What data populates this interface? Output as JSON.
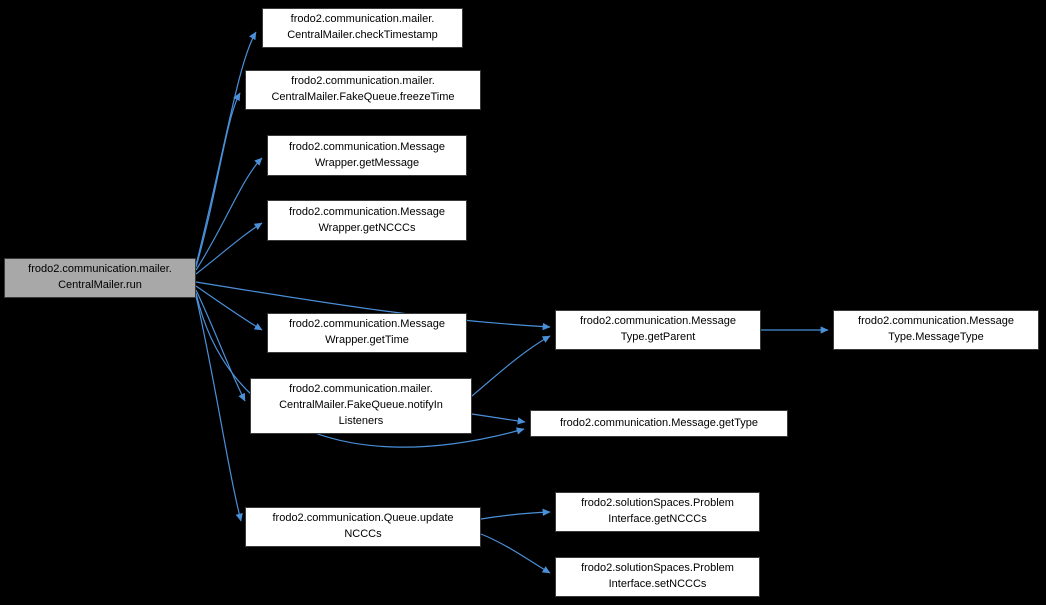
{
  "diagram": {
    "type": "call-graph",
    "colors": {
      "background": "#000000",
      "edge": "#4a90d9",
      "node_fill": "#ffffff",
      "node_border": "#3a3a3a",
      "root_fill": "#a8a8a8",
      "text": "#000000"
    },
    "nodes": {
      "run": "frodo2.communication.mailer.\nCentralMailer.run",
      "check_timestamp": "frodo2.communication.mailer.\nCentralMailer.checkTimestamp",
      "freeze_time": "frodo2.communication.mailer.\nCentralMailer.FakeQueue.freezeTime",
      "get_message": "frodo2.communication.Message\nWrapper.getMessage",
      "get_ncccs": "frodo2.communication.Message\nWrapper.getNCCCs",
      "get_time": "frodo2.communication.Message\nWrapper.getTime",
      "notify_in_listeners": "frodo2.communication.mailer.\nCentralMailer.FakeQueue.notifyIn\nListeners",
      "update_ncccs": "frodo2.communication.Queue.update\nNCCCs",
      "get_parent": "frodo2.communication.Message\nType.getParent",
      "message_get_type": "frodo2.communication.Message.getType",
      "problem_get_ncccs": "frodo2.solutionSpaces.Problem\nInterface.getNCCCs",
      "problem_set_ncccs": "frodo2.solutionSpaces.Problem\nInterface.setNCCCs",
      "message_type_ctor": "frodo2.communication.Message\nType.MessageType"
    },
    "edges": [
      {
        "from": "run",
        "to": "check_timestamp"
      },
      {
        "from": "run",
        "to": "freeze_time"
      },
      {
        "from": "run",
        "to": "get_message"
      },
      {
        "from": "run",
        "to": "get_ncccs"
      },
      {
        "from": "run",
        "to": "get_parent"
      },
      {
        "from": "run",
        "to": "get_time"
      },
      {
        "from": "run",
        "to": "notify_in_listeners"
      },
      {
        "from": "run",
        "to": "message_get_type"
      },
      {
        "from": "run",
        "to": "update_ncccs"
      },
      {
        "from": "notify_in_listeners",
        "to": "get_parent"
      },
      {
        "from": "notify_in_listeners",
        "to": "message_get_type"
      },
      {
        "from": "get_parent",
        "to": "message_type_ctor"
      },
      {
        "from": "update_ncccs",
        "to": "problem_get_ncccs"
      },
      {
        "from": "update_ncccs",
        "to": "problem_set_ncccs"
      }
    ]
  }
}
